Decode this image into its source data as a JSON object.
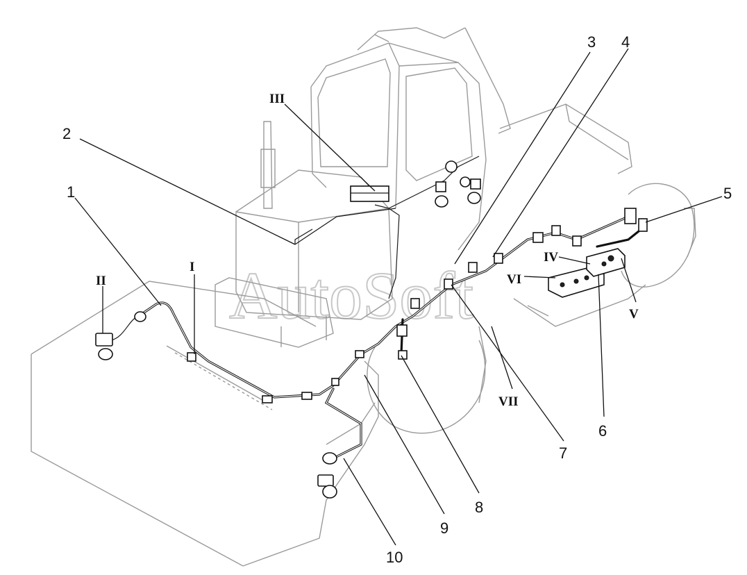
{
  "labels": {
    "n1": "1",
    "n2": "2",
    "n3": "3",
    "n4": "4",
    "n5": "5",
    "n6": "6",
    "n7": "7",
    "n8": "8",
    "n9": "9",
    "n10": "10",
    "r1": "I",
    "r2": "II",
    "r3": "III",
    "r4": "IV",
    "r5": "V",
    "r6": "VI",
    "r7": "VII"
  },
  "watermark": "AutoSoft"
}
